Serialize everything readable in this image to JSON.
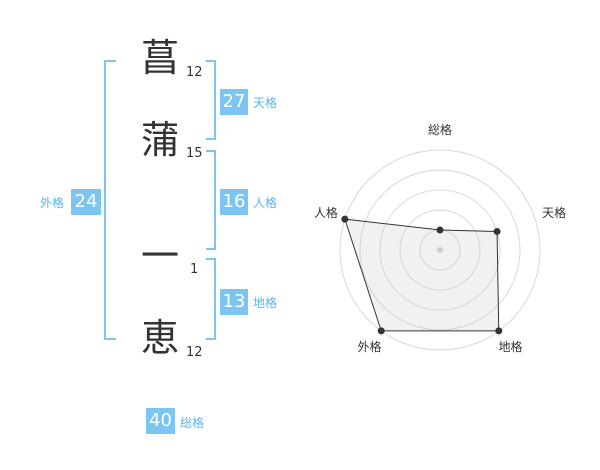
{
  "name": {
    "chars": [
      {
        "char": "菖",
        "strokes": "12"
      },
      {
        "char": "蒲",
        "strokes": "15"
      },
      {
        "char": "一",
        "strokes": "1"
      },
      {
        "char": "恵",
        "strokes": "12"
      }
    ]
  },
  "kaku": {
    "tenkaku": {
      "value": "27",
      "label": "天格"
    },
    "jinkaku": {
      "value": "16",
      "label": "人格"
    },
    "chikaku": {
      "value": "13",
      "label": "地格"
    },
    "gaikaku": {
      "value": "24",
      "label": "外格"
    },
    "soukaku": {
      "value": "40",
      "label": "総格"
    }
  },
  "colors": {
    "accent": "#7cc5f0",
    "label": "#5bb5ea",
    "text": "#333333"
  },
  "radar": {
    "axes": [
      {
        "key": "soukaku",
        "label": "総格",
        "value": 0.2
      },
      {
        "key": "tenkaku",
        "label": "天格",
        "value": 0.6
      },
      {
        "key": "chikaku",
        "label": "地格",
        "value": 1.0
      },
      {
        "key": "gaikaku",
        "label": "外格",
        "value": 1.0
      },
      {
        "key": "jinkaku",
        "label": "人格",
        "value": 1.0
      }
    ],
    "rings": 5
  }
}
